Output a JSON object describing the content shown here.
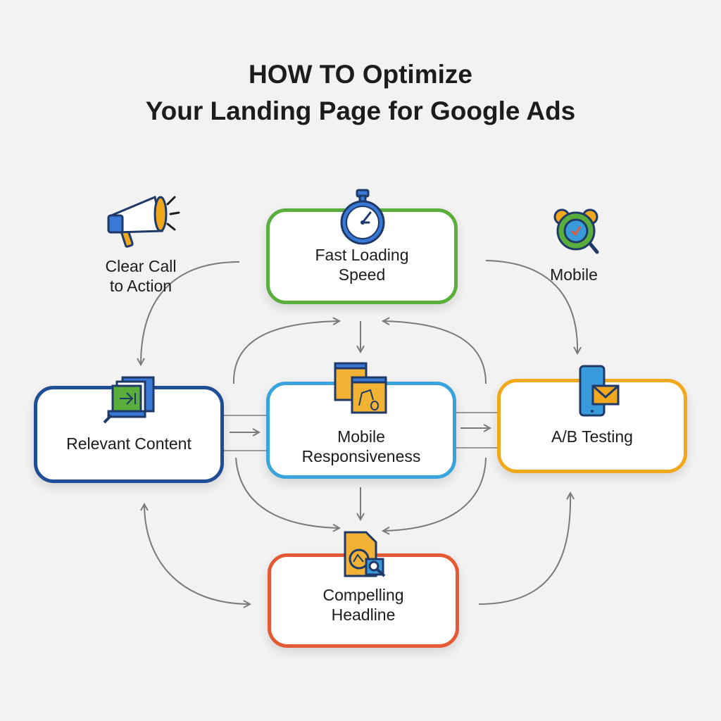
{
  "title": {
    "line1": "HOW TO Optimize",
    "line2": "Your Landing Page for Google Ads"
  },
  "nodes": {
    "fast_loading": {
      "line1": "Fast Loading",
      "line2": "Speed",
      "color": "#5aae3c",
      "icon": "stopwatch-icon"
    },
    "relevant_content": {
      "line1": "Relevant Content",
      "color": "#1f4e96",
      "icon": "content-document-icon"
    },
    "mobile_responsiveness": {
      "line1": "Mobile",
      "line2": "Responsiveness",
      "color": "#3aa3dc",
      "icon": "responsive-pages-icon"
    },
    "ab_testing": {
      "line1": "A/B Testing",
      "color": "#f2a81d",
      "icon": "phone-mail-icon"
    },
    "compelling_headline": {
      "line1": "Compelling",
      "line2": "Headline",
      "color": "#e35a35",
      "icon": "headline-search-icon"
    }
  },
  "floating_labels": {
    "clear_cta": {
      "line1": "Clear Call",
      "line2": "to Action",
      "icon": "megaphone-icon"
    },
    "mobile": {
      "line1": "Mobile",
      "icon": "alarm-clock-icon"
    }
  },
  "arrow_color": "#7a7a7a"
}
